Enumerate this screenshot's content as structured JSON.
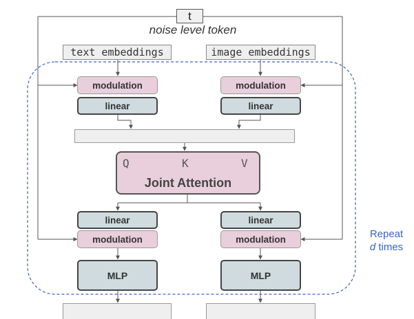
{
  "timestep": {
    "symbol": "t",
    "caption": "noise level token"
  },
  "inputs": {
    "text": "text embeddings",
    "image": "image embeddings"
  },
  "left_stream": {
    "modulation_top": "modulation",
    "linear_top": "linear",
    "linear_bottom": "linear",
    "modulation_bottom": "modulation",
    "mlp": "MLP"
  },
  "right_stream": {
    "modulation_top": "modulation",
    "linear_top": "linear",
    "linear_bottom": "linear",
    "modulation_bottom": "modulation",
    "mlp": "MLP"
  },
  "attention": {
    "q": "Q",
    "k": "K",
    "v": "V",
    "label": "Joint Attention"
  },
  "repeat": {
    "prefix": "Repeat",
    "var": "d",
    "suffix": "times"
  },
  "colors": {
    "modulation": "#e8cfdb",
    "linear": "#cfdbde",
    "repeat_border": "#3a62c4",
    "wire": "#555555"
  }
}
